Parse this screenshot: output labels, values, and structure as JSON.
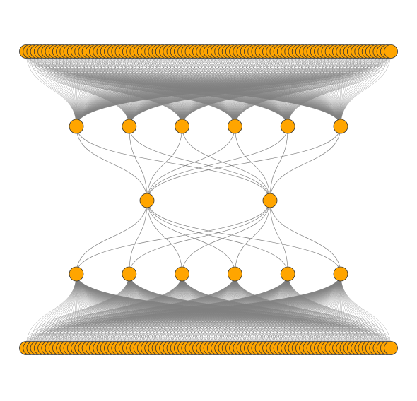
{
  "diagram": {
    "type": "layered-network-graph",
    "colors": {
      "background": "#ffffff",
      "node_fill": "#ffa500",
      "node_stroke": "#333333",
      "edge": "#808080"
    },
    "layers": [
      {
        "id": "top-outer",
        "node_count": 100
      },
      {
        "id": "top-hidden",
        "node_count": 6
      },
      {
        "id": "bottleneck",
        "node_count": 2
      },
      {
        "id": "bottom-hidden",
        "node_count": 6
      },
      {
        "id": "bottom-outer",
        "node_count": 100
      }
    ],
    "connections": [
      {
        "from": "top-outer",
        "to": "top-hidden",
        "pattern": "dense"
      },
      {
        "from": "top-hidden",
        "to": "bottleneck",
        "pattern": "full"
      },
      {
        "from": "bottleneck",
        "to": "bottom-hidden",
        "pattern": "full"
      },
      {
        "from": "bottom-hidden",
        "to": "bottom-outer",
        "pattern": "dense"
      }
    ]
  }
}
